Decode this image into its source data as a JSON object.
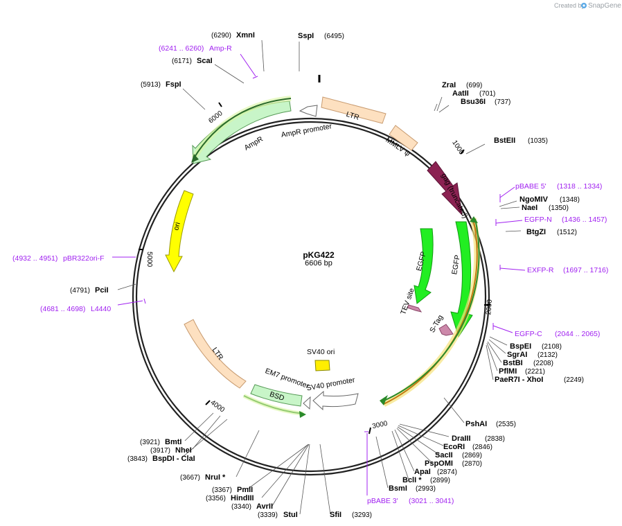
{
  "credit": {
    "prefix": "Created by",
    "brand": "SnapGene",
    "logo_icon": "snapgene-logo-icon"
  },
  "plasmid": {
    "name": "pKG422",
    "length_label": "6606 bp",
    "length": 6606
  },
  "tick_labels": [
    {
      "bp": 1000,
      "label": "1000"
    },
    {
      "bp": 2000,
      "label": "2000"
    },
    {
      "bp": 3000,
      "label": "3000"
    },
    {
      "bp": 4000,
      "label": "4000"
    },
    {
      "bp": 5000,
      "label": "5000"
    },
    {
      "bp": 6000,
      "label": "6000"
    }
  ],
  "features": [
    {
      "name": "LTR",
      "label": "LTR",
      "start": 1,
      "end": 594,
      "color": "#fde0c0",
      "type": "box"
    },
    {
      "name": "MMLV psi",
      "label": "MMLV ψ",
      "start": 660,
      "end": 1016,
      "color": "#fde0c0",
      "type": "box"
    },
    {
      "name": "gag (truncated)",
      "label": "gag (truncated)",
      "start": 1082,
      "end": 1499,
      "color": "#8b2252",
      "type": "arrow-cw"
    },
    {
      "name": "EGFP outer",
      "label": "EGFP",
      "start": 1550,
      "end": 2270,
      "color": "#33ee33",
      "type": "arrow-cw"
    },
    {
      "name": "EGFP inner",
      "label": "EGFP",
      "start": 1550,
      "end": 2230,
      "color": "#33ee33",
      "type": "arrow-cw"
    },
    {
      "name": "TEV site",
      "label": "TEV site",
      "start": 2235,
      "end": 2255,
      "color": "#cc88aa",
      "type": "arrow-cw"
    },
    {
      "name": "S-Tag",
      "label": "S-Tag",
      "start": 2270,
      "end": 2315,
      "color": "#cc88aa",
      "type": "arrow-cw"
    },
    {
      "name": "SV40 ori",
      "label": "SV40 ori",
      "start": 3475,
      "end": 3610,
      "color": "#ffee00",
      "type": "box"
    },
    {
      "name": "SV40 promoter",
      "label": "SV40 promoter",
      "start": 3310,
      "end": 3640,
      "color": "#ffffff",
      "type": "arrow-ccw"
    },
    {
      "name": "EM7 promoter",
      "label": "EM7 promoter",
      "start": 3660,
      "end": 3710,
      "color": "#ffffff",
      "type": "arrow-ccw"
    },
    {
      "name": "BSD",
      "label": "BSD",
      "start": 3720,
      "end": 4100,
      "color": "#c8f5c8",
      "type": "arrow-ccw"
    },
    {
      "name": "LTR 2",
      "label": "LTR",
      "start": 4120,
      "end": 4720,
      "color": "#fde0c0",
      "type": "box"
    },
    {
      "name": "ori",
      "label": "ori",
      "start": 5090,
      "end": 5680,
      "color": "#ffff00",
      "type": "arrow-ccw"
    },
    {
      "name": "AmpR",
      "label": "AmpR",
      "start": 5770,
      "end": 6200,
      "color": "#c8f5c8",
      "type": "arrow-ccw"
    },
    {
      "name": "AmpR promoter",
      "label": "AmpR promoter",
      "start": 6290,
      "end": 6360,
      "color": "#ffffff",
      "type": "arrow-ccw"
    }
  ],
  "sites": [
    {
      "name": "SspI",
      "pos": "(6495)"
    },
    {
      "name": "XmnI",
      "pos": "(6290)"
    },
    {
      "name": "ScaI",
      "pos": "(6171)"
    },
    {
      "name": "FspI",
      "pos": "(5913)"
    },
    {
      "name": "ZraI",
      "pos": "(699)"
    },
    {
      "name": "AatII",
      "pos": "(701)"
    },
    {
      "name": "Bsu36I",
      "pos": "(737)"
    },
    {
      "name": "BstEII",
      "pos": "(1035)"
    },
    {
      "name": "NgoMIV",
      "pos": "(1348)"
    },
    {
      "name": "NaeI",
      "pos": "(1350)"
    },
    {
      "name": "BtgZI",
      "pos": "(1512)"
    },
    {
      "name": "BspEI",
      "pos": "(2108)"
    },
    {
      "name": "SgrAI",
      "pos": "(2132)"
    },
    {
      "name": "BstBI",
      "pos": "(2208)"
    },
    {
      "name": "PflMI",
      "pos": "(2221)"
    },
    {
      "name": "PaeR7I - XhoI",
      "pos": "(2249)"
    },
    {
      "name": "PshAI",
      "pos": "(2535)"
    },
    {
      "name": "DraIII",
      "pos": "(2838)"
    },
    {
      "name": "EcoRI",
      "pos": "(2846)"
    },
    {
      "name": "SacII",
      "pos": "(2869)"
    },
    {
      "name": "PspOMI",
      "pos": "(2870)"
    },
    {
      "name": "ApaI",
      "pos": "(2874)"
    },
    {
      "name": "BclI *",
      "pos": "(2899)"
    },
    {
      "name": "BsmI",
      "pos": "(2993)"
    },
    {
      "name": "SfiI",
      "pos": "(3293)"
    },
    {
      "name": "StuI",
      "pos": "(3339)"
    },
    {
      "name": "AvrII",
      "pos": "(3340)"
    },
    {
      "name": "HindIII",
      "pos": "(3356)"
    },
    {
      "name": "PmlI",
      "pos": "(3367)"
    },
    {
      "name": "NruI *",
      "pos": "(3667)"
    },
    {
      "name": "BspDI - ClaI",
      "pos": "(3843)"
    },
    {
      "name": "NheI",
      "pos": "(3917)"
    },
    {
      "name": "BmtI",
      "pos": "(3921)"
    },
    {
      "name": "PciI",
      "pos": "(4791)"
    }
  ],
  "primers": [
    {
      "name": "Amp-R",
      "range": "(6241 .. 6260)"
    },
    {
      "name": "pBABE 5'",
      "range": "(1318 .. 1334)"
    },
    {
      "name": "EGFP-N",
      "range": "(1436 .. 1457)"
    },
    {
      "name": "EXFP-R",
      "range": "(1697 .. 1716)"
    },
    {
      "name": "EGFP-C",
      "range": "(2044 .. 2065)"
    },
    {
      "name": "pBABE 3'",
      "range": "(3021 .. 3041)"
    },
    {
      "name": "pBR322ori-F",
      "range": "(4932 .. 4951)"
    },
    {
      "name": "L4440",
      "range": "(4681 .. 4698)"
    }
  ]
}
